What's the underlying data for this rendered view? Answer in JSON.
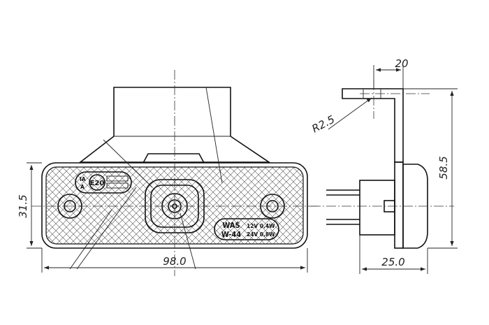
{
  "front_view": {
    "dim_height": "31.5",
    "dim_width": "98.0",
    "marking": {
      "class_top": "IA",
      "class_bottom": "A",
      "approval": "E20",
      "maker": "WAŚ",
      "model": "W-44",
      "rating_12v": "12V 0,4W",
      "rating_24v": "24V 0,8W"
    }
  },
  "side_view": {
    "dim_bracket": "20",
    "dim_radius": "R2.5",
    "dim_height": "58.5",
    "dim_depth": "25.0"
  }
}
